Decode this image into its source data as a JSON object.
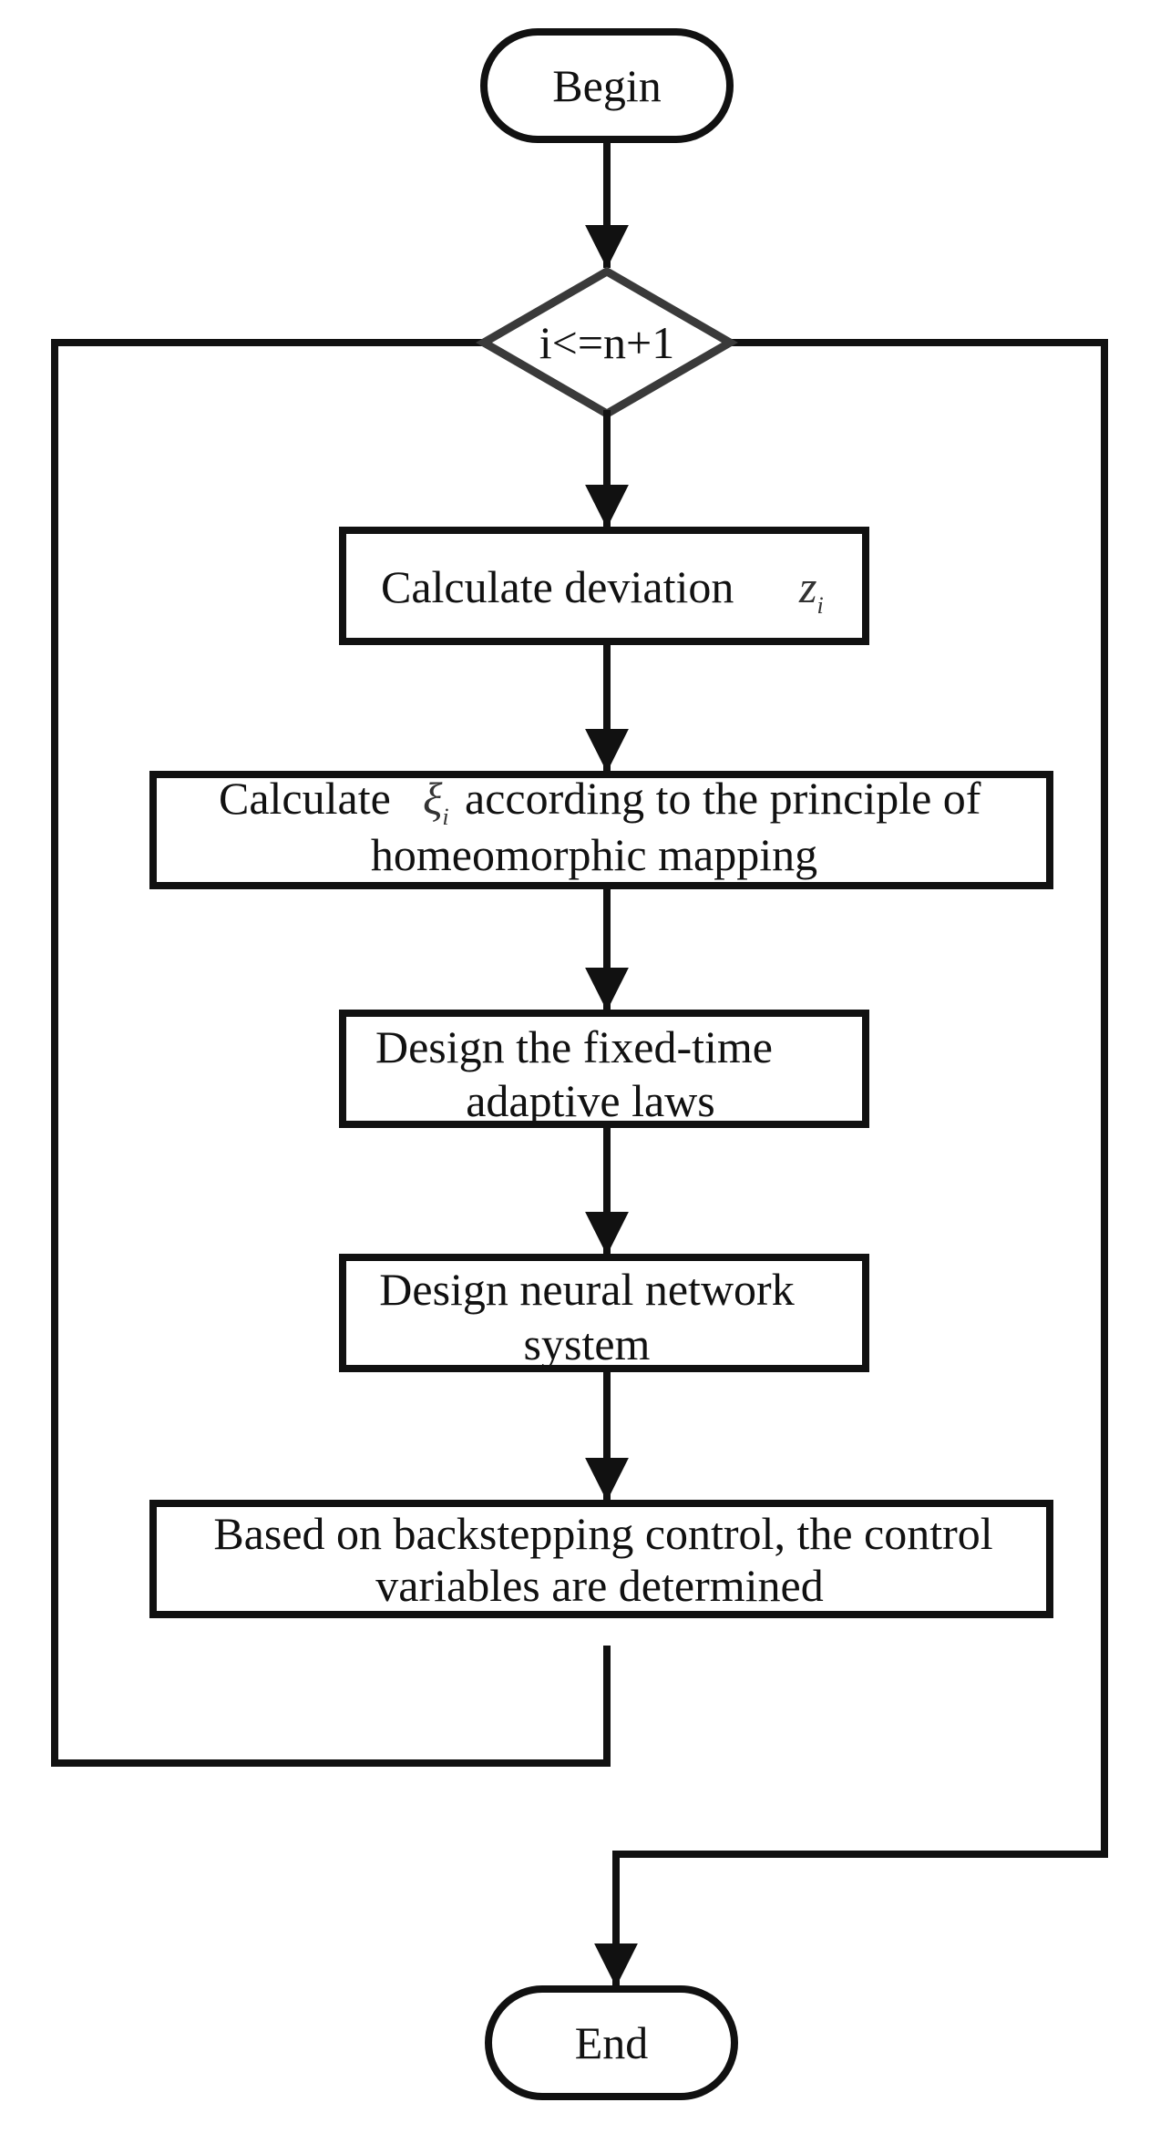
{
  "flowchart": {
    "start": "Begin",
    "condition": "i<=n+1",
    "steps": [
      {
        "text": "Calculate deviation",
        "symbol": "z",
        "subscript": "i"
      },
      {
        "line1": "Calculate",
        "symbol": "ξ",
        "subscript": "i",
        "line1_rest": "according to the principle of",
        "line2": "homeomorphic mapping"
      },
      {
        "line1": "Design the fixed-time",
        "line2": "adaptive laws"
      },
      {
        "line1": "Design neural network",
        "line2": "system"
      },
      {
        "line1": "Based on backstepping control, the control",
        "line2": "variables are determined"
      }
    ],
    "end": "End"
  }
}
